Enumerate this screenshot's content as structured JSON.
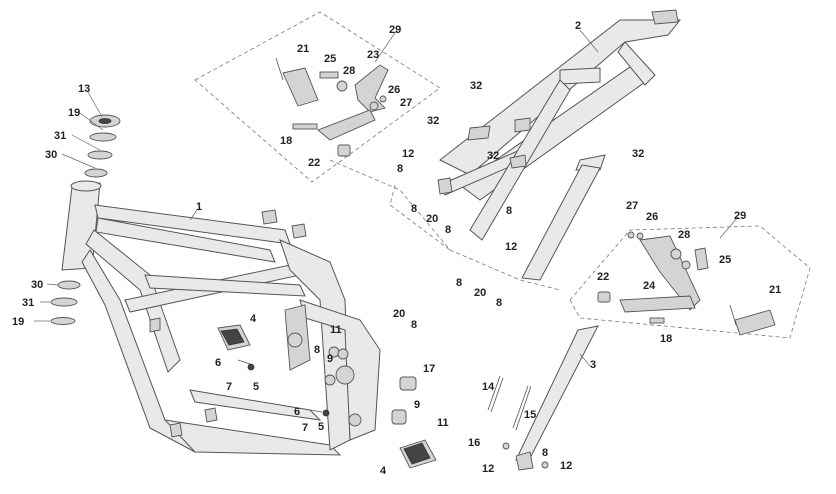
{
  "diagram": {
    "labels": {
      "main_frame": "1",
      "subframe": "2",
      "side_stand": "3",
      "footpeg_left": "4",
      "footpeg_right": "4",
      "nut_a": "5",
      "nut_b": "5",
      "pin_a": "6",
      "pin_b": "6",
      "clip_a": "7",
      "clip_b": "7",
      "washer_frame_a": "8",
      "washer_frame_b": "8",
      "washer_sub_1": "8",
      "washer_sub_2": "8",
      "washer_sub_3": "8",
      "washer_sub_4": "8",
      "washer_sub_5": "8",
      "washer_sub_6": "8",
      "washer_stand": "8",
      "spacer_a": "9",
      "spacer_b": "9",
      "bolt_stand": "12",
      "bolt_frame_a": "11",
      "bolt_frame_b": "11",
      "bolt_sub_1": "12",
      "bolt_sub_2": "12",
      "bearing_top": "13",
      "spring_inner": "14",
      "spring_outer": "15",
      "spring_hook": "16",
      "damper": "17",
      "bolt_linkage_left": "18",
      "bolt_linkage_right": "18",
      "seal_top": "19",
      "seal_bottom": "19",
      "washer_sub_20a": "20",
      "washer_sub_20b": "20",
      "washer_frame_20": "20",
      "plate_left": "21",
      "plate_right": "21",
      "bushing_left": "22",
      "bushing_right": "22",
      "bracket_left": "23",
      "linkage_right": "24",
      "bolt_25_left": "25",
      "bolt_25_right": "25",
      "spacer_26_left": "26",
      "spacer_26_right": "26",
      "washer_27_left": "27",
      "washer_27_right": "27",
      "bushing_28_left": "28",
      "bushing_28_right": "28",
      "group_left": "29",
      "group_right": "29",
      "race_top": "30",
      "race_bottom": "30",
      "ring_top": "31",
      "ring_bottom": "31",
      "screw_32_a": "32",
      "screw_32_b": "32",
      "screw_32_c": "32",
      "screw_32_d": "32"
    }
  }
}
